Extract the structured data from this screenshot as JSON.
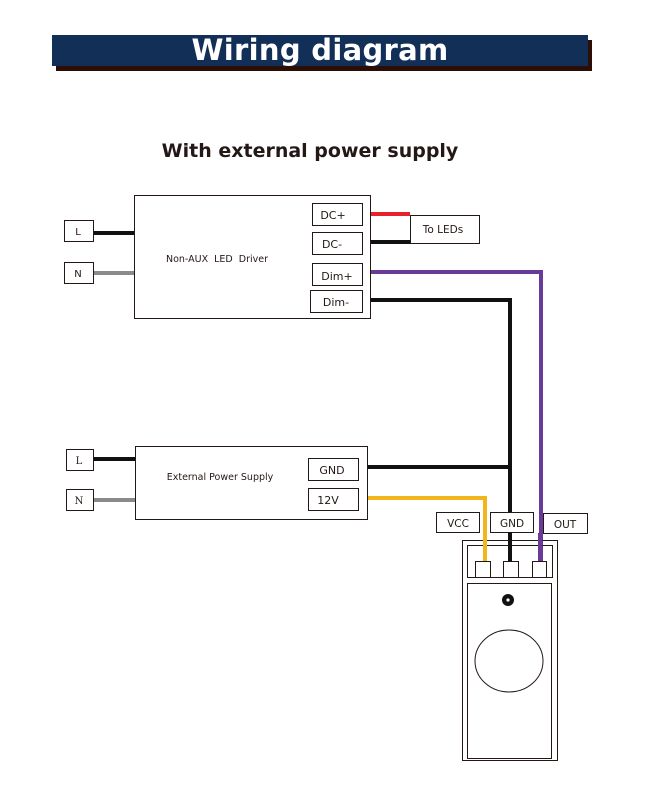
{
  "header": {
    "title": "Wiring diagram",
    "subtitle": "With external power supply"
  },
  "colors": {
    "banner": "#122f58",
    "banner_shadow": "#2b0f06",
    "wire_black": "#111111",
    "wire_gray": "#8a8a8a",
    "wire_red": "#e8202a",
    "wire_purple": "#6a3a98",
    "wire_yellow": "#f2b51c"
  },
  "led_driver": {
    "name": "Non-AUX  LED  Driver",
    "inputs": [
      "L",
      "N"
    ],
    "terminals": [
      "DC+",
      "DC-",
      "Dim+",
      "Dim-"
    ]
  },
  "leds": {
    "label": "To LEDs"
  },
  "power_supply": {
    "name": "External Power Supply",
    "inputs": [
      "L",
      "N"
    ],
    "terminals": [
      "GND",
      "12V"
    ]
  },
  "sensor": {
    "terminals": [
      "VCC",
      "GND",
      "OUT"
    ]
  }
}
